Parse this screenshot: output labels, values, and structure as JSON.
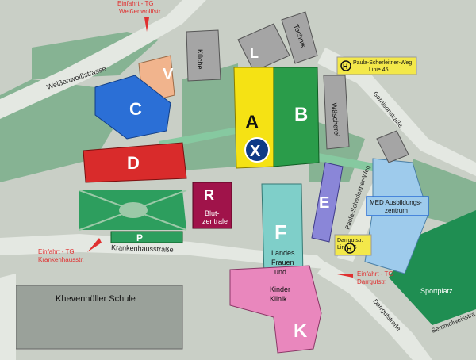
{
  "colors": {
    "background": "#c9cfc6",
    "road": "#e4e8e2",
    "green_area": "#7fae8c",
    "park": "#2d9e5e",
    "sport": "#1f8e52",
    "building_A": "#f5e214",
    "building_B": "#2a9c4a",
    "building_C": "#2b6fd6",
    "building_D": "#d92b2b",
    "building_E": "#8a86d8",
    "building_F": "#7fcfc9",
    "building_K": "#e987bd",
    "building_R": "#a0134a",
    "building_V": "#f1b48d",
    "building_L": "#a5a5a5",
    "med": "#9ecbec",
    "bus_stop": "#f3e84a",
    "entrance_arrow": "#e03030",
    "x_marker": "#0e3a86"
  },
  "buildings": {
    "A": "A",
    "B": "B",
    "C": "C",
    "D": "D",
    "E": "E",
    "F": "F",
    "K": "K",
    "L": "L",
    "P": "P",
    "R": "R",
    "V": "V",
    "X": "X"
  },
  "labels": {
    "blutzentrale_1": "Blut-",
    "blutzentrale_2": "zentrale",
    "kueche": "Küche",
    "technik": "Technik",
    "waescherei": "Wäscherei",
    "landes_1": "Landes",
    "landes_2": "Frauen",
    "landes_3": "und",
    "kinder_1": "Kinder",
    "kinder_2": "Klinik",
    "med_1": "MED Ausbildungs-",
    "med_2": "zentrum",
    "sportplatz": "Sportplatz",
    "khevenhueller": "Khevenhüller Schule"
  },
  "streets": {
    "weissenwolffstrasse": "Weißenwolffstrasse",
    "krankenhausstrasse": "Krankenhausstraße",
    "garnisonstrasse": "Garnisonstraße",
    "paula_scherleitner": "Paula-Scherleitner-Weg",
    "darrgutstrasse": "Darrgutstraße",
    "semmelweisstrasse": "Semmelweisstra"
  },
  "entrances": {
    "top_1": "Einfahrt - TG",
    "top_2": "Weißenwolffstr.",
    "left_1": "Einfahrt - TG",
    "left_2": "Krankenhausstr.",
    "right_1": "Einfahrt - TG",
    "right_2": "Darrgutstr."
  },
  "bus_stops": {
    "paula_1": "Paula-Scherleitner-Weg",
    "paula_2": "Linie 45",
    "darrgut_1": "Darrgutstr.",
    "darrgut_2": "Linie 45",
    "icon": "H"
  }
}
